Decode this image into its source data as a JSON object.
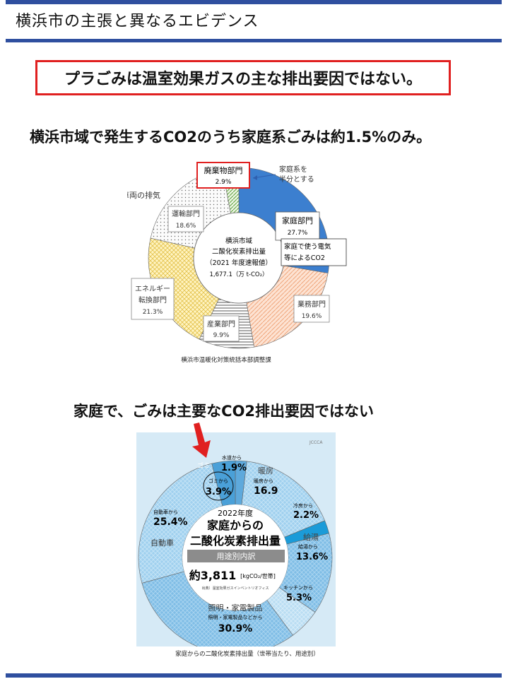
{
  "page_title": "横浜市の主張と異なるエビデンス",
  "claim": "プラごみは温室効果ガスの主な排出要因ではない。",
  "heading1": "横浜市域で発生するCO2のうち家庭系ごみは約1.5%のみ。",
  "heading2": "家庭で、ごみは主要なCO2排出要因ではない",
  "colors": {
    "bar": "#2f4f9f",
    "highlight_box": "#e02020",
    "household": "#3c7fcf",
    "arrow": "#e02020"
  },
  "chart_data": [
    {
      "type": "pie",
      "center_label": [
        "横浜市域",
        "二酸化炭素排出量",
        "（2021 年度速報値）",
        "1,677.1（万 t-CO₂）"
      ],
      "slices": [
        {
          "name": "家庭部門",
          "value": 27.7,
          "label": "27.7%"
        },
        {
          "name": "業務部門",
          "value": 19.6,
          "label": "19.6%"
        },
        {
          "name": "産業部門",
          "value": 9.9,
          "label": "9.9%"
        },
        {
          "name": "エネルギー転換部門",
          "value": 21.3,
          "label": "21.3%"
        },
        {
          "name": "運輸部門",
          "value": 18.6,
          "label": "18.6%"
        },
        {
          "name": "廃棄物部門",
          "value": 2.9,
          "label": "2.9%"
        }
      ],
      "annotations": {
        "waste_note": "家庭系を\n半分とする",
        "vehicle_note": "車両の排気",
        "household_note": "家庭で使う電気\n等によるCO2"
      },
      "source": "横浜市温暖化対策統括本部調整課"
    },
    {
      "type": "pie",
      "center_label": [
        "2022年度",
        "家庭からの",
        "二酸化炭素排出量",
        "用途別内訳",
        "約3,811",
        "[kgCO₂/世帯]",
        "出典）温室効果ガスインベントリオフィス"
      ],
      "logo": "JCCCA",
      "slices": [
        {
          "name": "水道から",
          "value": 1.9,
          "label": "1.9%"
        },
        {
          "name": "暖房から",
          "value": 16.9,
          "label": "16.9"
        },
        {
          "name": "冷房から",
          "value": 2.2,
          "label": "2.2%"
        },
        {
          "name": "給湯から",
          "value": 13.6,
          "label": "13.6%"
        },
        {
          "name": "キッチンから",
          "value": 5.3,
          "label": "5.3%"
        },
        {
          "name": "照明・家電製品などから",
          "value": 30.9,
          "label": "30.9%"
        },
        {
          "name": "自動車から",
          "value": 25.4,
          "label": "25.4%"
        },
        {
          "name": "ゴミから",
          "value": 3.9,
          "label": "3.9%"
        }
      ],
      "annotations": {
        "gomi": "ゴミ",
        "danbou": "暖房",
        "kyuto": "給湯",
        "jidosha": "自動車",
        "shomei": "照明・家電製品"
      },
      "source": "家庭からの二酸化炭素排出量（世帯当たり、用途別）"
    }
  ]
}
